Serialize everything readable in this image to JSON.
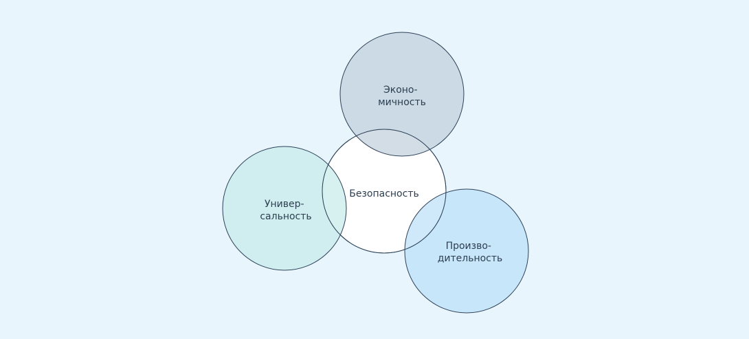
{
  "diagram": {
    "center": {
      "label_lines": [
        "Безопасность"
      ],
      "fill": "#ffffff"
    },
    "economy": {
      "label_lines": [
        "Эконо-",
        "мичность"
      ],
      "fill": "#c0cfda"
    },
    "universality": {
      "label_lines": [
        "Универ-",
        "сальность"
      ],
      "fill": "#c6ebe9"
    },
    "performance": {
      "label_lines": [
        "Произво-",
        "дительность"
      ],
      "fill": "#bbdff8"
    },
    "colors": {
      "background": "#e8f5fd",
      "stroke": "#2d4157",
      "text": "#2c3e50"
    }
  }
}
